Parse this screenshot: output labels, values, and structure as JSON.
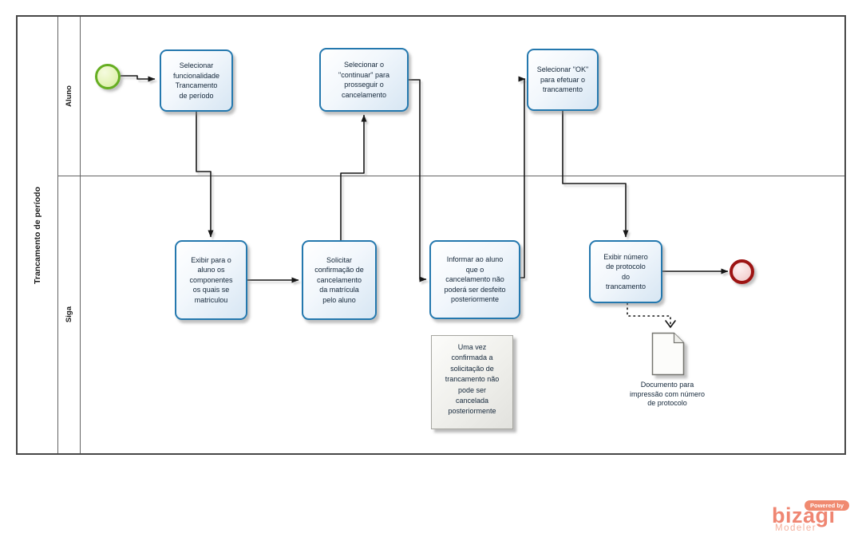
{
  "pool": {
    "title": "Trancamento de período",
    "lanes": [
      {
        "label": "Aluno"
      },
      {
        "label": "Siga"
      }
    ]
  },
  "tasks": [
    {
      "id": "a1",
      "lane": "Aluno",
      "label": "Selecionar\nfuncionalidade\nTrancamento\nde período"
    },
    {
      "id": "a2",
      "lane": "Aluno",
      "label": "Selecionar o\n\"continuar\" para\nprosseguir o\ncancelamento"
    },
    {
      "id": "a3",
      "lane": "Aluno",
      "label": "Selecionar \"OK\"\npara efetuar o\ntrancamento"
    },
    {
      "id": "s1",
      "lane": "Siga",
      "label": "Exibir para o\naluno os\ncomponentes\nos quais se\nmatriculou"
    },
    {
      "id": "s2",
      "lane": "Siga",
      "label": "Solicitar\nconfirmação de\ncancelamento\nda matrícula\npelo aluno"
    },
    {
      "id": "s3",
      "lane": "Siga",
      "label": "Informar ao aluno\nque o\ncancelamento não\npoderá ser desfeito\nposteriormente"
    },
    {
      "id": "s4",
      "lane": "Siga",
      "label": "Exibir número\nde protocolo\ndo\ntrancamento"
    }
  ],
  "events": {
    "start": {
      "type": "start"
    },
    "end": {
      "type": "end"
    }
  },
  "annotation": {
    "text": "Uma vez\nconfirmada a\nsolicitação de\ntrancamento não\npode ser\ncancelada\nposteriormente"
  },
  "artifact": {
    "label": "Documento para\nimpressão com número\nde protocolo"
  },
  "branding": {
    "powered_by": "Powered by",
    "brand": "bizagi",
    "product": "Modeler"
  },
  "colors": {
    "task_border": "#2478ae",
    "task_text": "#132639",
    "start_event_border": "#66ae22",
    "end_event_border": "#9d1413",
    "brand": "#ef8672",
    "flow": "#141414"
  }
}
